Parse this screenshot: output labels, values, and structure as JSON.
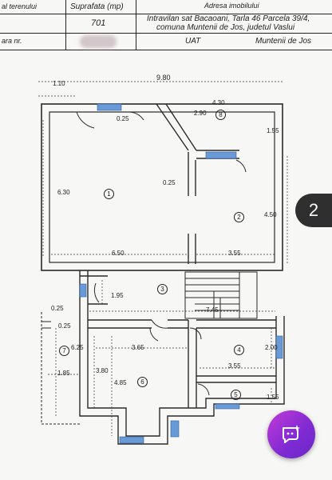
{
  "header": {
    "col1_top": "al terenului",
    "col2_top": "Suprafata (mp)",
    "col3_top": "Adresa imobilului",
    "area_value": "701",
    "address_line1": "Intravilan sat Bacaoani, Tarla 46 Parcela 39/4,",
    "address_line2": "comuna Muntenii de Jos, judetul Vaslui",
    "row3_left": "ara nr.",
    "row3_uat_label": "UAT",
    "row3_uat_value": "Muntenii de Jos"
  },
  "plan": {
    "dims": {
      "d_1_10": "1.10",
      "d_9_80": "9.80",
      "d_4_30": "4.30",
      "d_0_25_top": "0.25",
      "d_2_90": "2.90",
      "d_1_55_top": "1.55",
      "d_6_30": "6.30",
      "d_0_25_mid": "0.25",
      "d_4_50": "4.50",
      "d_6_50": "6.50",
      "d_3_55_mid": "3.55",
      "d_1_95": "1.95",
      "d_7_45": "7.45",
      "d_0_25_l1": "0.25",
      "d_0_25_l2": "0.25",
      "d_6_25": "6.25",
      "d_3_65": "3.65",
      "d_2_00": "2.00",
      "d_3_55_low": "3.55",
      "d_1_85": "1.85",
      "d_3_80": "3.80",
      "d_4_85": "4.85",
      "d_1_55_low": "1.55"
    },
    "rooms": {
      "r1": "1",
      "r2": "2",
      "r3": "3",
      "r4": "4",
      "r5": "5",
      "r6": "6",
      "r7": "7",
      "r8": "8"
    }
  },
  "overlay": {
    "page_badge": "2",
    "chat_icon": "chat-sparkle-icon",
    "chat_color": "#9b31d6"
  }
}
